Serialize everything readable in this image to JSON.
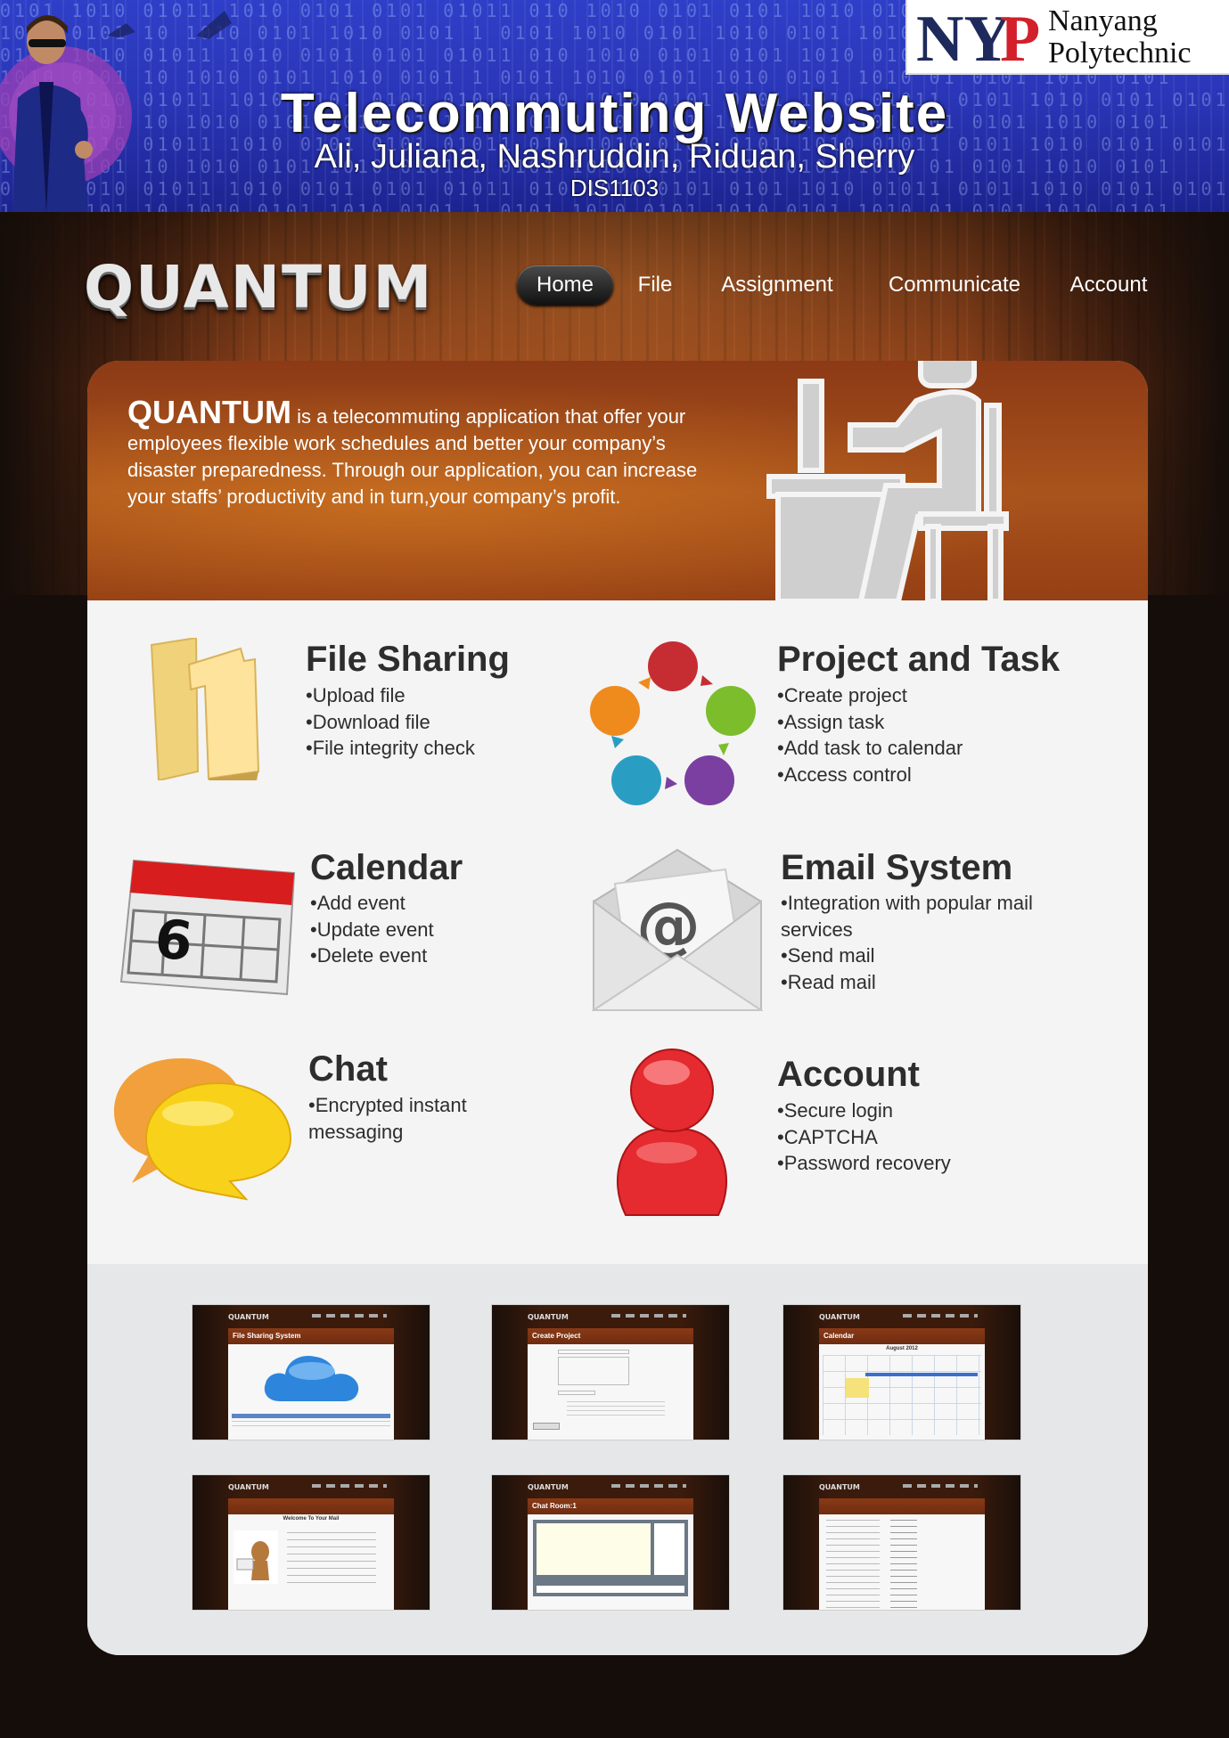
{
  "banner": {
    "title": "Telecommuting Website",
    "authors": "Ali, Juliana, Nashruddin, Riduan, Sherry",
    "course_code": "DIS1103",
    "institution_line1": "Nanyang",
    "institution_line2": "Polytechnic",
    "institution_mark": "NYP"
  },
  "site": {
    "logo": "QUANTUM",
    "nav": [
      {
        "label": "Home",
        "active": true
      },
      {
        "label": "File",
        "active": false
      },
      {
        "label": "Assignment",
        "active": false
      },
      {
        "label": "Communicate",
        "active": false
      },
      {
        "label": "Account",
        "active": false
      }
    ],
    "hero": {
      "brand": "QUANTUM",
      "text": " is a telecommuting application that offer your employees flexible work schedules and better your company’s disaster preparedness. Through our application, you can increase your staffs’ productivity and in turn,your company’s profit."
    },
    "features": [
      {
        "title": "File Sharing",
        "icon": "folder-icon",
        "items": [
          "Upload file",
          "Download file",
          "File integrity check"
        ]
      },
      {
        "title": "Project and Task",
        "icon": "cycle-icon",
        "items": [
          "Create project",
          "Assign task",
          "Add task to calendar",
          "Access control"
        ]
      },
      {
        "title": "Calendar",
        "icon": "calendar-icon",
        "items": [
          "Add event",
          "Update event",
          "Delete event"
        ]
      },
      {
        "title": "Email System",
        "icon": "envelope-icon",
        "items": [
          "Integration with popular mail services",
          "Send mail",
          "Read mail"
        ]
      },
      {
        "title": "Chat",
        "icon": "chat-bubbles-icon",
        "items": [
          "Encrypted instant messaging"
        ]
      },
      {
        "title": "Account",
        "icon": "user-icon",
        "items": [
          "Secure login",
          "CAPTCHA",
          "Password recovery"
        ]
      }
    ],
    "screenshots": [
      {
        "logo": "QUANTUM",
        "heading": "File Sharing System"
      },
      {
        "logo": "QUANTUM",
        "heading": "Create Project"
      },
      {
        "logo": "QUANTUM",
        "heading": "Calendar",
        "sub": "August 2012"
      },
      {
        "logo": "QUANTUM",
        "heading": "",
        "sub": "Welcome To Your Mail"
      },
      {
        "logo": "QUANTUM",
        "heading": "Chat Room:1"
      },
      {
        "logo": "QUANTUM",
        "heading": ""
      }
    ]
  },
  "colors": {
    "banner_blue": "#2a36b8",
    "wood": "#8a3d18",
    "hero_orange": "#a9531c",
    "text_dark": "#2d2d2d",
    "nyp_navy": "#1f2a5c",
    "nyp_red": "#d3202a"
  }
}
